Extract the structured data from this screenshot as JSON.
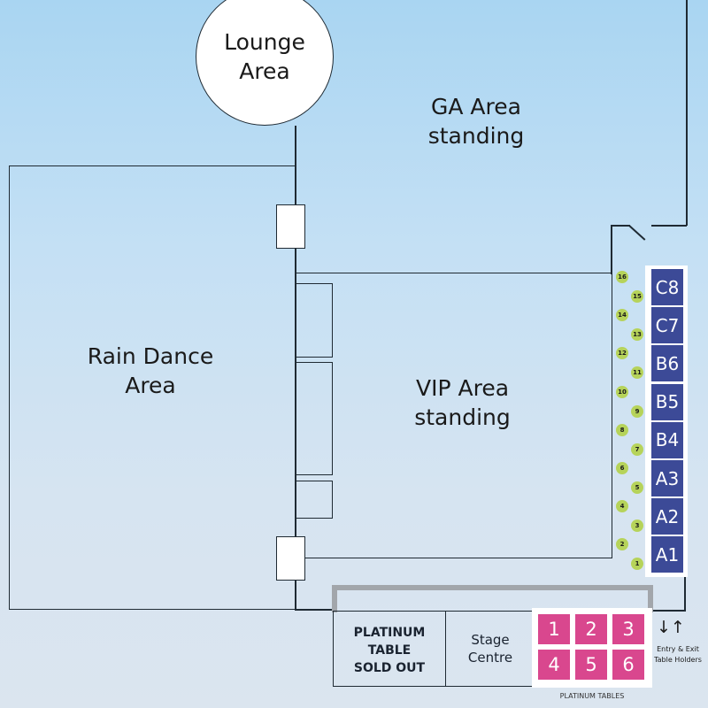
{
  "areas": {
    "lounge": "Lounge\nArea",
    "ga": "GA Area\nstanding",
    "rain": "Rain Dance\nArea",
    "vip": "VIP Area\nstanding"
  },
  "stage": {
    "sold_out": "PLATINUM\nTABLE\nSOLD OUT",
    "centre": "Stage\nCentre"
  },
  "vip_tables": [
    "C8",
    "C7",
    "B6",
    "B5",
    "B4",
    "A3",
    "A2",
    "A1"
  ],
  "spots": [
    "16",
    "15",
    "14",
    "13",
    "12",
    "11",
    "10",
    "9",
    "8",
    "7",
    "6",
    "5",
    "4",
    "3",
    "2",
    "1"
  ],
  "platinum_tables": [
    "1",
    "2",
    "3",
    "4",
    "5",
    "6"
  ],
  "platinum_label": "PLATINUM TABLES",
  "entry": {
    "arrows": "↓↑",
    "label": "Entry & Exit\nTable Holders"
  },
  "colors": {
    "vip_table": "#3c4a97",
    "platinum_table": "#d9478e",
    "spot": "#b6d35a"
  }
}
